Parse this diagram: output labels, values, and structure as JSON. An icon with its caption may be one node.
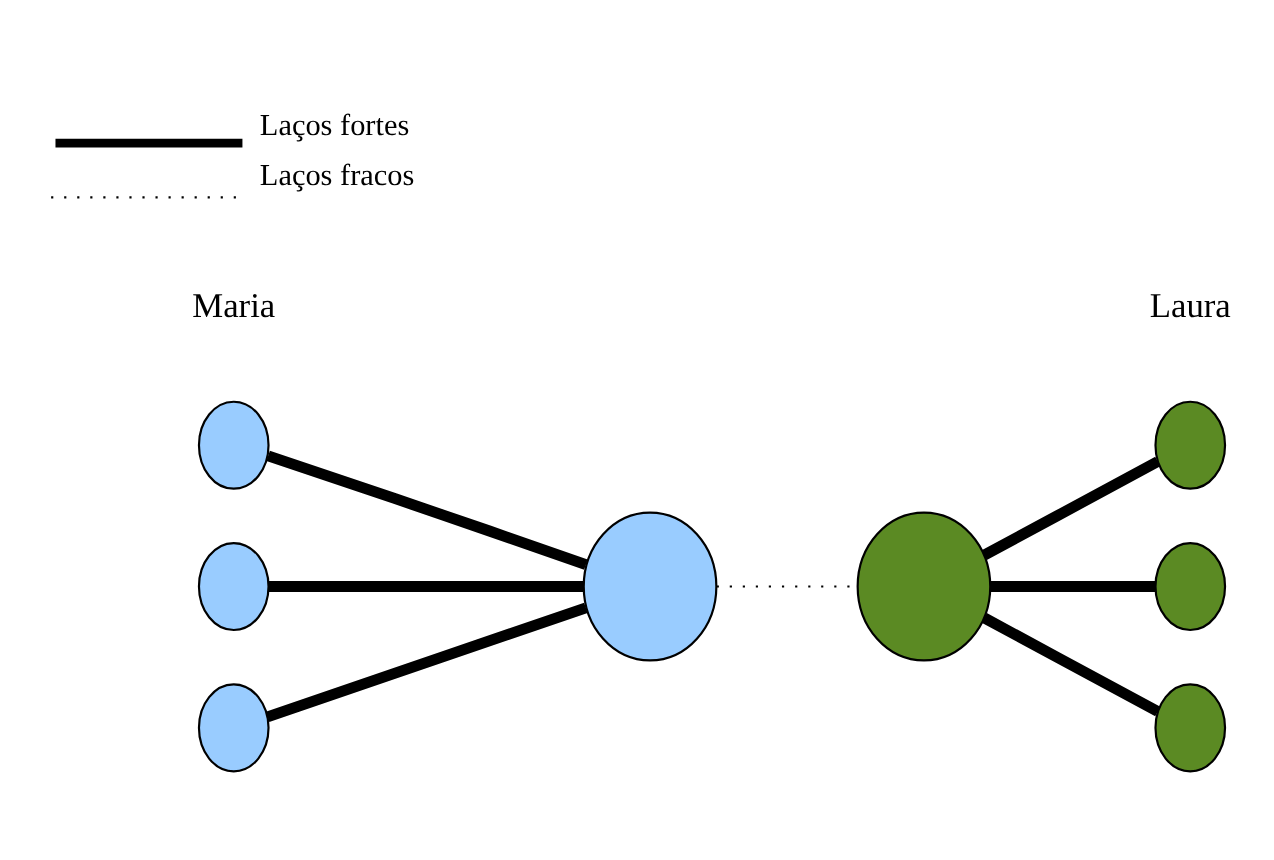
{
  "diagram": {
    "nodes": [
      {
        "text": [],
        "shape": "circle"
      },
      {
        "text": [],
        "shape": "circle"
      },
      {
        "text": [],
        "shape": "circle"
      },
      {
        "text": [],
        "shape": "circle"
      },
      {
        "text": [],
        "shape": "circle"
      },
      {
        "text": [],
        "shape": "circle"
      },
      {
        "text": [],
        "shape": "circle"
      },
      {
        "text": [],
        "shape": "circle"
      }
    ],
    "edges": [
      {
        "from": 0,
        "to": 3,
        "arrow": "none"
      },
      {
        "from": 1,
        "to": 3,
        "arrow": "none"
      },
      {
        "from": 2,
        "to": 3,
        "arrow": "none"
      },
      {
        "from": 3,
        "to": 4,
        "arrow": "none",
        "style": "dashed"
      },
      {
        "from": 4,
        "to": 5,
        "arrow": "none"
      },
      {
        "from": 4,
        "to": 6,
        "arrow": "none"
      },
      {
        "from": 4,
        "to": 7,
        "arrow": "none"
      }
    ],
    "labels": [
      "Maria",
      "Laura"
    ],
    "legend": [
      {
        "text": "Laços fortes"
      },
      {
        "text": "Laços fracos"
      }
    ]
  }
}
